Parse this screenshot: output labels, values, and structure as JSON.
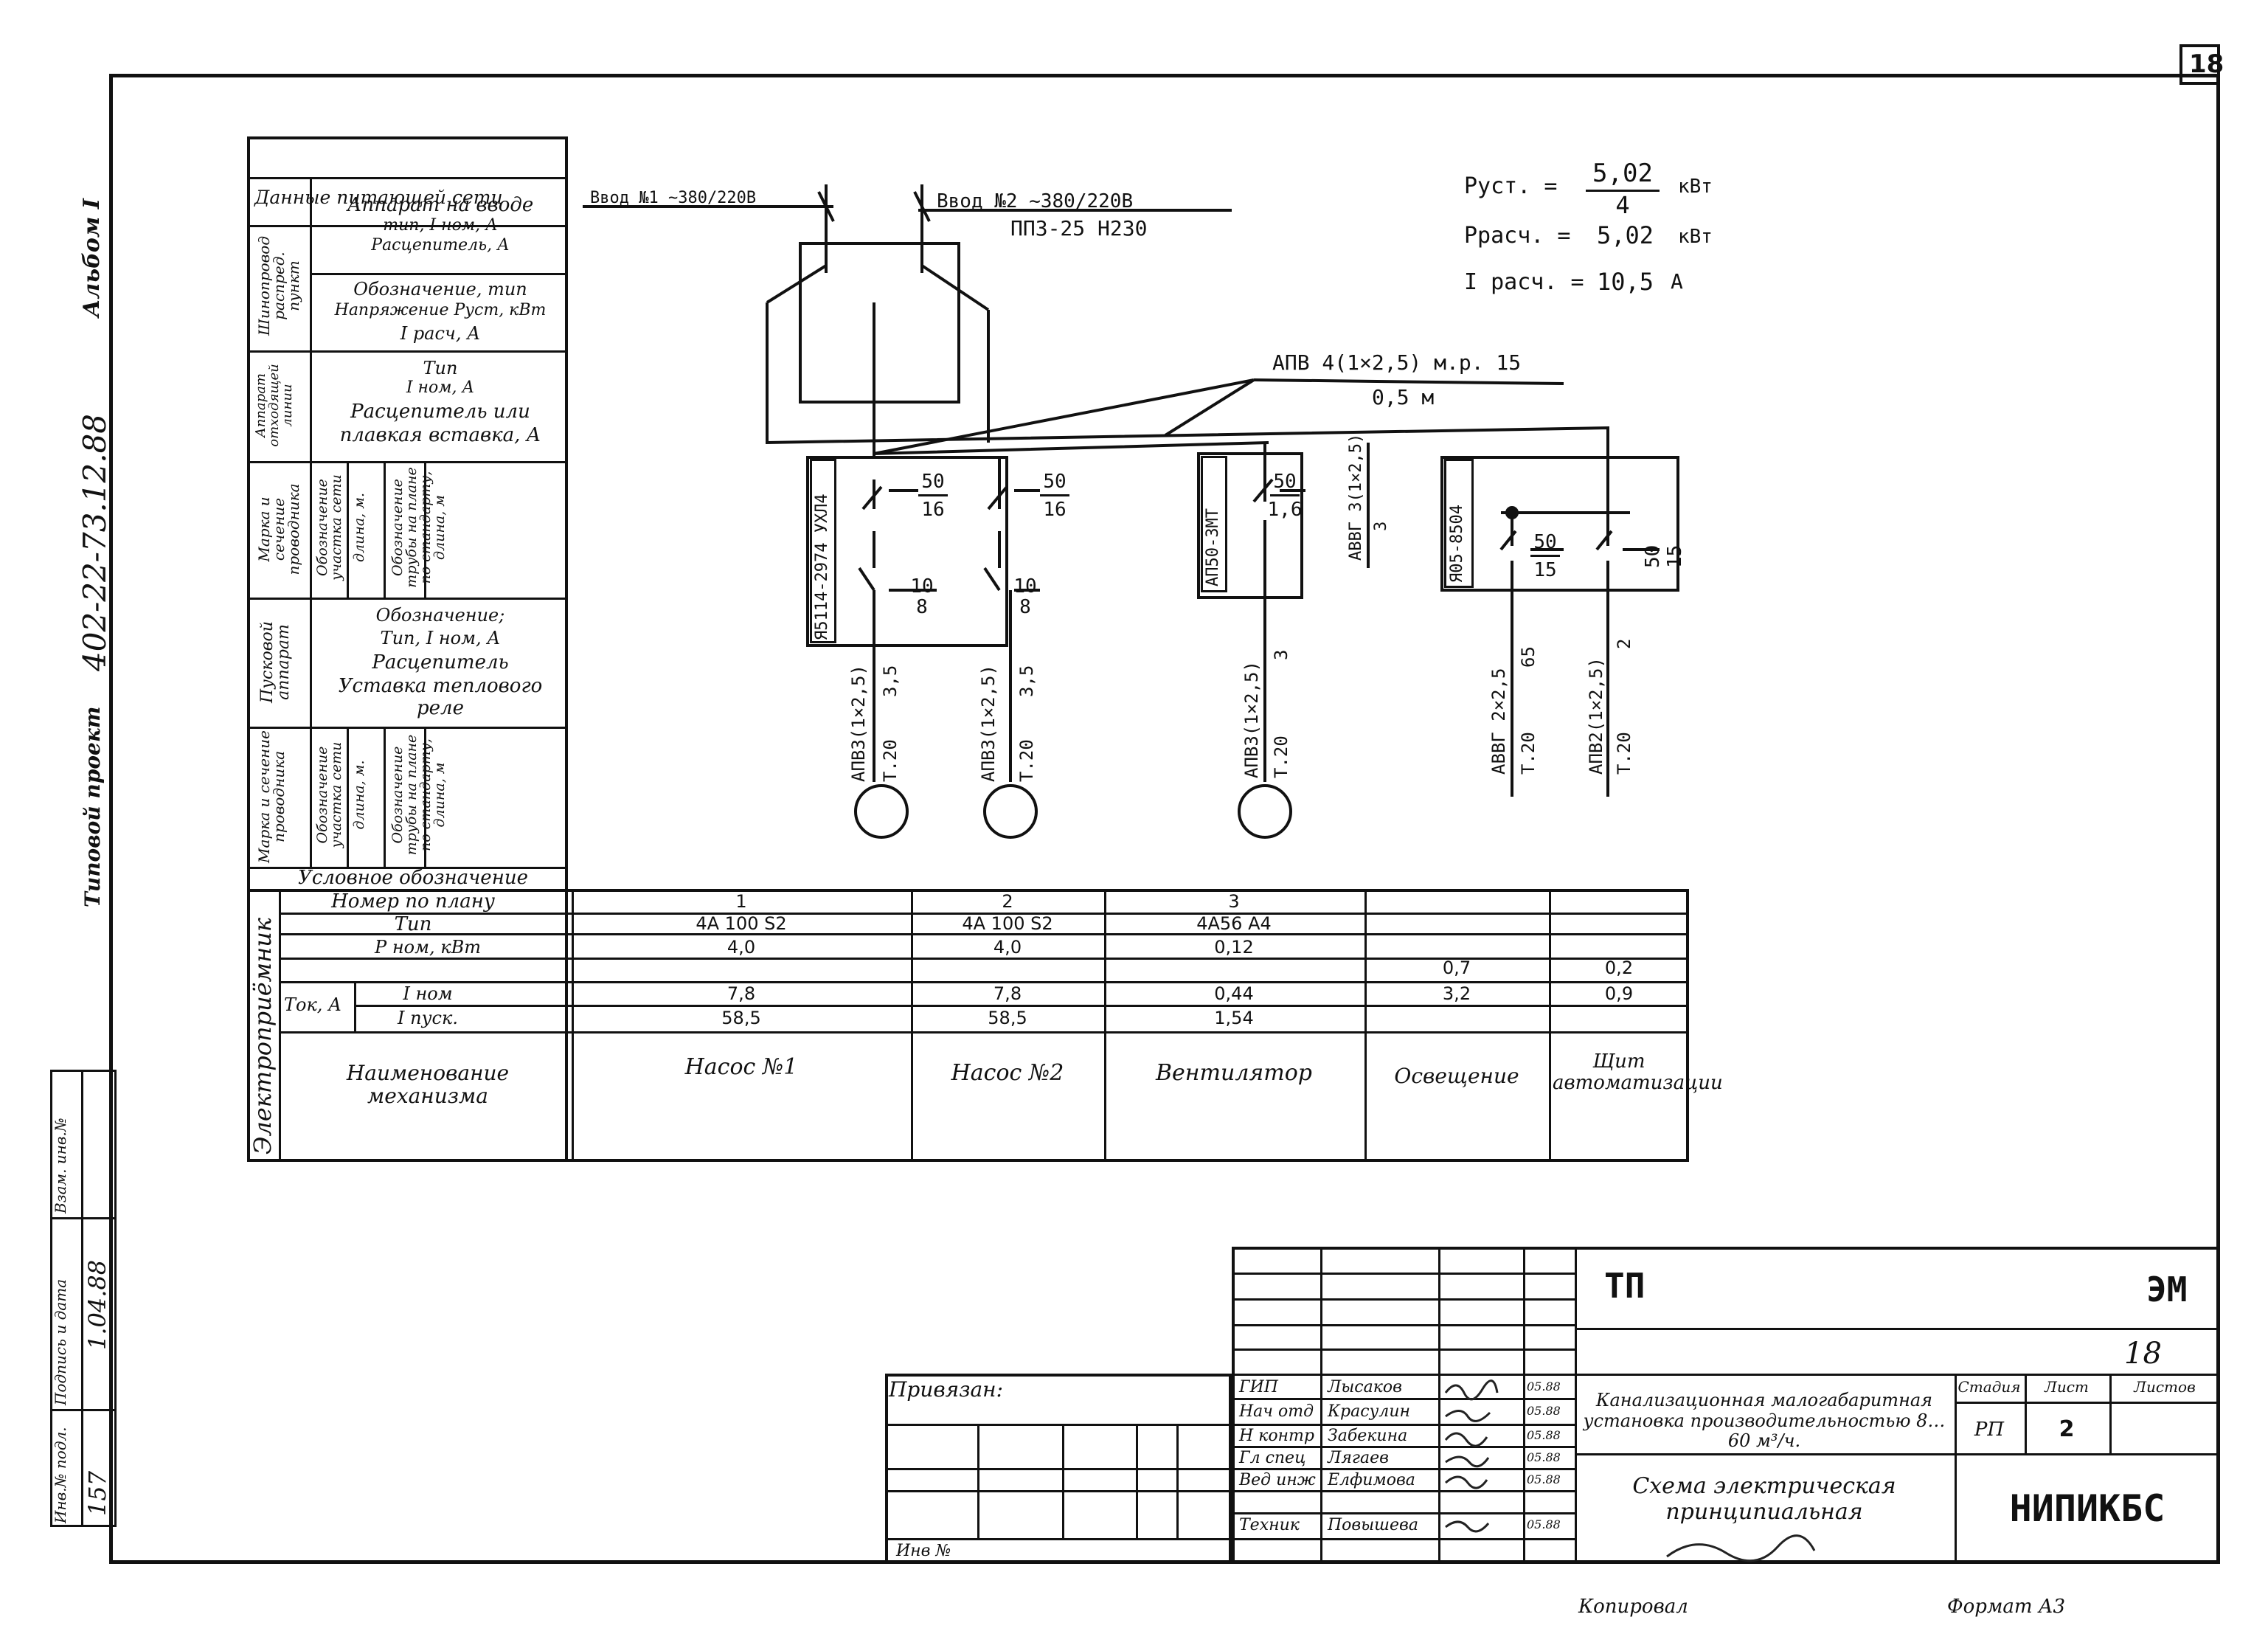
{
  "sheet": {
    "page_number": "18",
    "album": "Альбом I",
    "project_code": "402-22-73.12.88",
    "project_kind": "Типовой проект",
    "copied_by": "Копировал",
    "format": "Формат А3"
  },
  "left_stamp": {
    "cols": [
      "Инв.№ подл.",
      "Подпись и дата",
      "Взам. инв.№"
    ],
    "values": [
      "157",
      "1.04.88",
      ""
    ]
  },
  "power_data": {
    "header": "Данные питающей сети",
    "rows": [
      {
        "side": "Шинопровод распред. пункт",
        "lines": [
          "Аппарат на вводе",
          "тип, I ном, А",
          "Расцепитель, А"
        ]
      },
      {
        "side": "",
        "lines": [
          "Обозначение, тип",
          "Напряжение Руст, кВт",
          "I расч, А"
        ]
      },
      {
        "side": "Аппарат отходящей линии",
        "lines": [
          "Тип",
          "I ном, А",
          "Расцепитель или",
          "плавкая вставка, А"
        ]
      },
      {
        "side": "Марка и сечение проводника",
        "cols": [
          "Обозначение участка сети",
          "длина, м.",
          "Обозначение трубы на плане по стандарту, длина, м"
        ]
      },
      {
        "side": "Пусковой аппарат",
        "lines": [
          "Обозначение;",
          "Тип, I ном, А",
          "Расцепитель",
          "Уставка теплового",
          "реле"
        ]
      },
      {
        "side": "Марка и сечение проводника",
        "cols": [
          "Обозначение участка сети",
          "длина, м.",
          "Обозначение трубы на плане по стандарту, длина, м"
        ]
      }
    ],
    "symbol_label": "Условное обозначение"
  },
  "supply": {
    "input1": "Ввод №1 ~380/220В",
    "input2": "Ввод №2 ~380/220В",
    "fuse": "ПП3-25 Н230",
    "cable": "АПВ 4(1×2,5) м.р. 15",
    "cable_len": "0,5 м",
    "p_inst_label": "Руст. =",
    "p_inst_num": "5,02",
    "p_inst_den": "4",
    "p_calc_label": "Ррасч. =",
    "p_calc": "5,02",
    "i_calc_label": "I расч. =",
    "i_calc": "10,5",
    "unit_kw": "кВт",
    "unit_a": "А"
  },
  "circuit": {
    "box1_label": "Я5114-2974 УХЛ4",
    "breaker1": {
      "num": "50",
      "den": "16"
    },
    "breaker2": {
      "num": "50",
      "den": "16"
    },
    "relay1": {
      "num": "10",
      "den": "8"
    },
    "relay2": {
      "num": "10",
      "den": "8"
    },
    "box2_label": "АП50-3МТ",
    "breaker3": {
      "num": "50",
      "den": "1,6"
    },
    "cable3": "АВВГ 3(1×2,5)",
    "cable3_len": "3",
    "box3_label": "Я05-8504",
    "breaker4": {
      "num": "50",
      "den": "15"
    },
    "breaker5": {
      "num": "50",
      "den": "15"
    },
    "motor1_cable": "АПВ3(1×2,5)",
    "motor1_pipe": "Т.20",
    "motor1_len": "3,5",
    "motor2_cable": "АПВ3(1×2,5)",
    "motor2_pipe": "Т.20",
    "motor2_len": "3,5",
    "motor3_cable": "АПВ3(1×2,5)",
    "motor3_pipe": "Т.20",
    "motor3_len": "3",
    "light_cable": "АВВГ 2×2,5",
    "light_pipe": "Т.20",
    "light_len": "65",
    "shield_cable": "АПВ2(1×2,5)",
    "shield_pipe": "Т.20",
    "shield_len": "2"
  },
  "receivers": {
    "side": "Электроприёмник",
    "row_labels": [
      "Номер по плану",
      "Тип",
      "Р ном, кВт",
      "I ном",
      "I пуск.",
      "Наименование механизма"
    ],
    "current_label": "Ток, А",
    "columns": [
      {
        "num": "1",
        "type": "4А 100 S2",
        "p": "4,0",
        "inom": "7,8",
        "ipusk": "58,5",
        "name": "Насос №1"
      },
      {
        "num": "2",
        "type": "4А 100 S2",
        "p": "4,0",
        "inom": "7,8",
        "ipusk": "58,5",
        "name": "Насос №2"
      },
      {
        "num": "3",
        "type": "4А56 А4",
        "p": "0,12",
        "inom": "0,44",
        "ipusk": "1,54",
        "name": "Вентилятор"
      },
      {
        "num": "",
        "type": "",
        "p": "0,7",
        "inom": "3,2",
        "ipusk": "",
        "name": "Освещение"
      },
      {
        "num": "",
        "type": "",
        "p": "0,2",
        "inom": "0,9",
        "ipusk": "",
        "name": "Щит автоматизации"
      }
    ]
  },
  "title_block": {
    "tp": "ТП",
    "code": "ЭМ",
    "sheet_no": "18",
    "bound": "Привязан:",
    "inv": "Инв №",
    "roles": [
      {
        "role": "ГИП",
        "name": "Лысаков",
        "date": "05.88"
      },
      {
        "role": "Нач отд",
        "name": "Красулин",
        "date": "05.88"
      },
      {
        "role": "Н контр",
        "name": "Забекина",
        "date": "05.88"
      },
      {
        "role": "Гл спец",
        "name": "Лягаев",
        "date": "05.88"
      },
      {
        "role": "Вед инж",
        "name": "Елфимова",
        "date": "05.88"
      },
      {
        "role": "Техник",
        "name": "Повышева",
        "date": "05.88"
      }
    ],
    "object": "Канализационная малогабаритная установка производительностью 8…60 м³/ч.",
    "stage_label": "Стадия",
    "sheet_label": "Лист",
    "sheets_label": "Листов",
    "stage": "РП",
    "sheet": "2",
    "drawing": "Схема электрическая принципиальная",
    "org": "НИПИКБС"
  }
}
